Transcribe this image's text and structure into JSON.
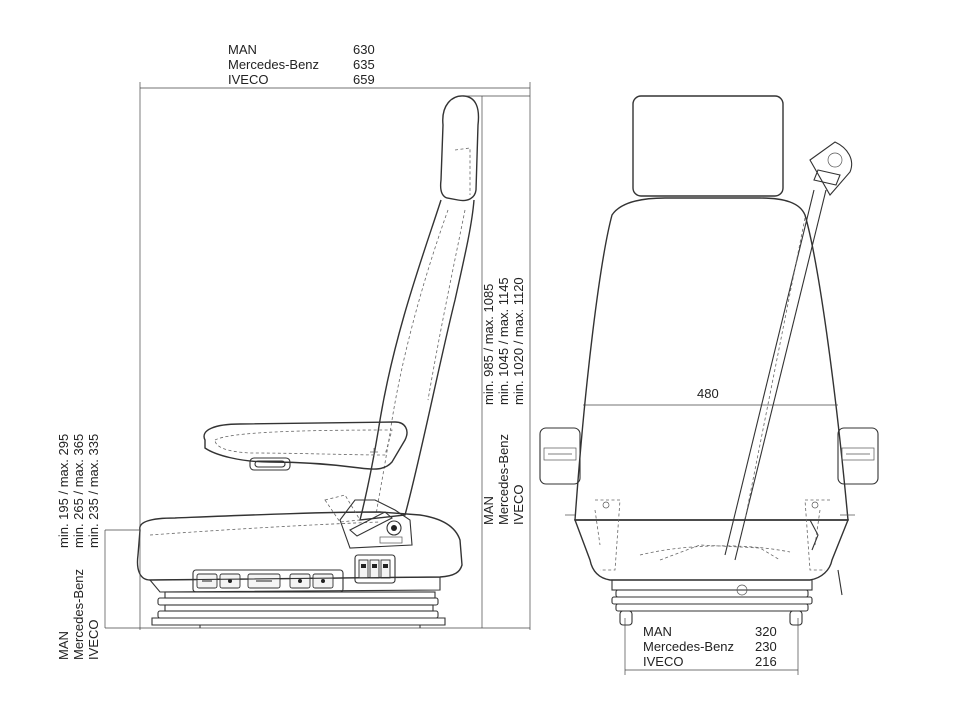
{
  "top_dimension": {
    "rows": [
      {
        "brand": "MAN",
        "value": "630"
      },
      {
        "brand": "Mercedes-Benz",
        "value": "635"
      },
      {
        "brand": "IVECO",
        "value": "659"
      }
    ]
  },
  "height_range": {
    "rows": [
      {
        "brand": "MAN",
        "range": "min. 985 / max. 1085"
      },
      {
        "brand": "Mercedes-Benz",
        "range": "min. 1045 / max. 1145"
      },
      {
        "brand": "IVECO",
        "range": "min. 1020 / max. 1120"
      }
    ]
  },
  "seat_height": {
    "rows": [
      {
        "brand": "MAN",
        "range": "min. 195 / max. 295"
      },
      {
        "brand": "Mercedes-Benz",
        "range": "min. 265 / max. 365"
      },
      {
        "brand": "IVECO",
        "range": "min. 235 / max. 335"
      }
    ]
  },
  "width_dimension": {
    "value": "480"
  },
  "base_dimension": {
    "rows": [
      {
        "brand": "MAN",
        "value": "320"
      },
      {
        "brand": "Mercedes-Benz",
        "value": "230"
      },
      {
        "brand": "IVECO",
        "value": "216"
      }
    ]
  },
  "colors": {
    "line": "#333333",
    "background": "#ffffff"
  }
}
